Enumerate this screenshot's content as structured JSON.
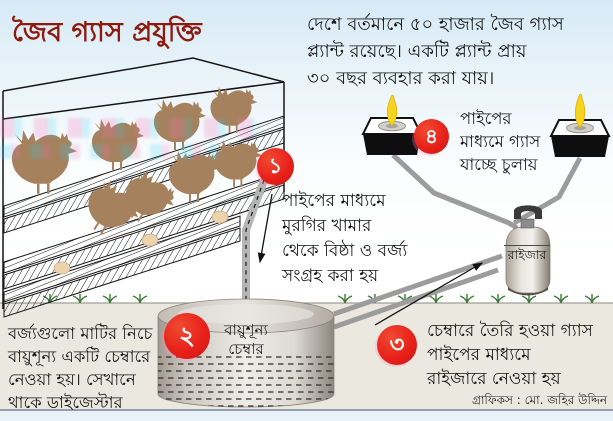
{
  "title": "জৈব গ্যাস প্রযুক্তি",
  "intro": {
    "lines": [
      "দেশে বর্তমানে ৫০ হাজার জৈব গ্যাস",
      "প্ল্যান্ট রয়েছে। একটি প্ল্যান্ট প্রায়",
      "৩০ বছর ব্যবহার করা যায়।"
    ]
  },
  "steps": {
    "step1": {
      "number": "১",
      "lines": [
        "পাইপের মাধ্যমে",
        "মুরগির খামার",
        "থেকে বিষ্ঠা ও বর্জ্য",
        "সংগ্রহ করা হয়"
      ]
    },
    "step2": {
      "number": "২",
      "lines": [
        "বায়ুশূন্য",
        "চেম্বার"
      ]
    },
    "step3": {
      "number": "৩",
      "lines": [
        "চেম্বারে তৈরি হওয়া গ্যাস",
        "পাইপের মাধ্যমে",
        "রাইজারে নেওয়া হয়"
      ]
    },
    "step4": {
      "number": "৪",
      "lines": [
        "পাইপের",
        "মাধ্যমে গ্যাস",
        "যাচ্ছে চুলায়"
      ]
    }
  },
  "labels": {
    "riser": "রাইজার"
  },
  "underground_note": {
    "lines": [
      "বর্জ্যগুলো মাটির নিচে",
      "বায়ুশূন্য একটি চেম্বারে",
      "নেওয়া হয়। সেখানে",
      "থাকে ডাইজেস্টার"
    ]
  },
  "credit": "গ্রাফিকস : মো. জহির উদ্দিন",
  "scene": {
    "hens": 8,
    "eggs": 3,
    "stoves": 2,
    "grass_tufts": 13
  },
  "icons": {
    "hen": "hen-silhouette",
    "egg": "egg-oval",
    "flame": "flame-teardrop",
    "stove": "stove-3d-box",
    "gas_cylinder": "lpg-cylinder",
    "chamber": "underground-cylinder",
    "pipe": "gray-pipe",
    "arrow": "black-arrow",
    "grass": "grass-tuft"
  },
  "colors": {
    "title_red": "#8e1a0e",
    "circle_red": "#e8211a",
    "hen_brown": "#a6815e",
    "flame_yellow": "#f6d31d",
    "grass_green": "#3c7a36",
    "ground_beige": "#ebe8df",
    "sky_blue": "#d6eaf6",
    "pipe_gray": "#9c9c9c",
    "text_black": "#141414"
  }
}
